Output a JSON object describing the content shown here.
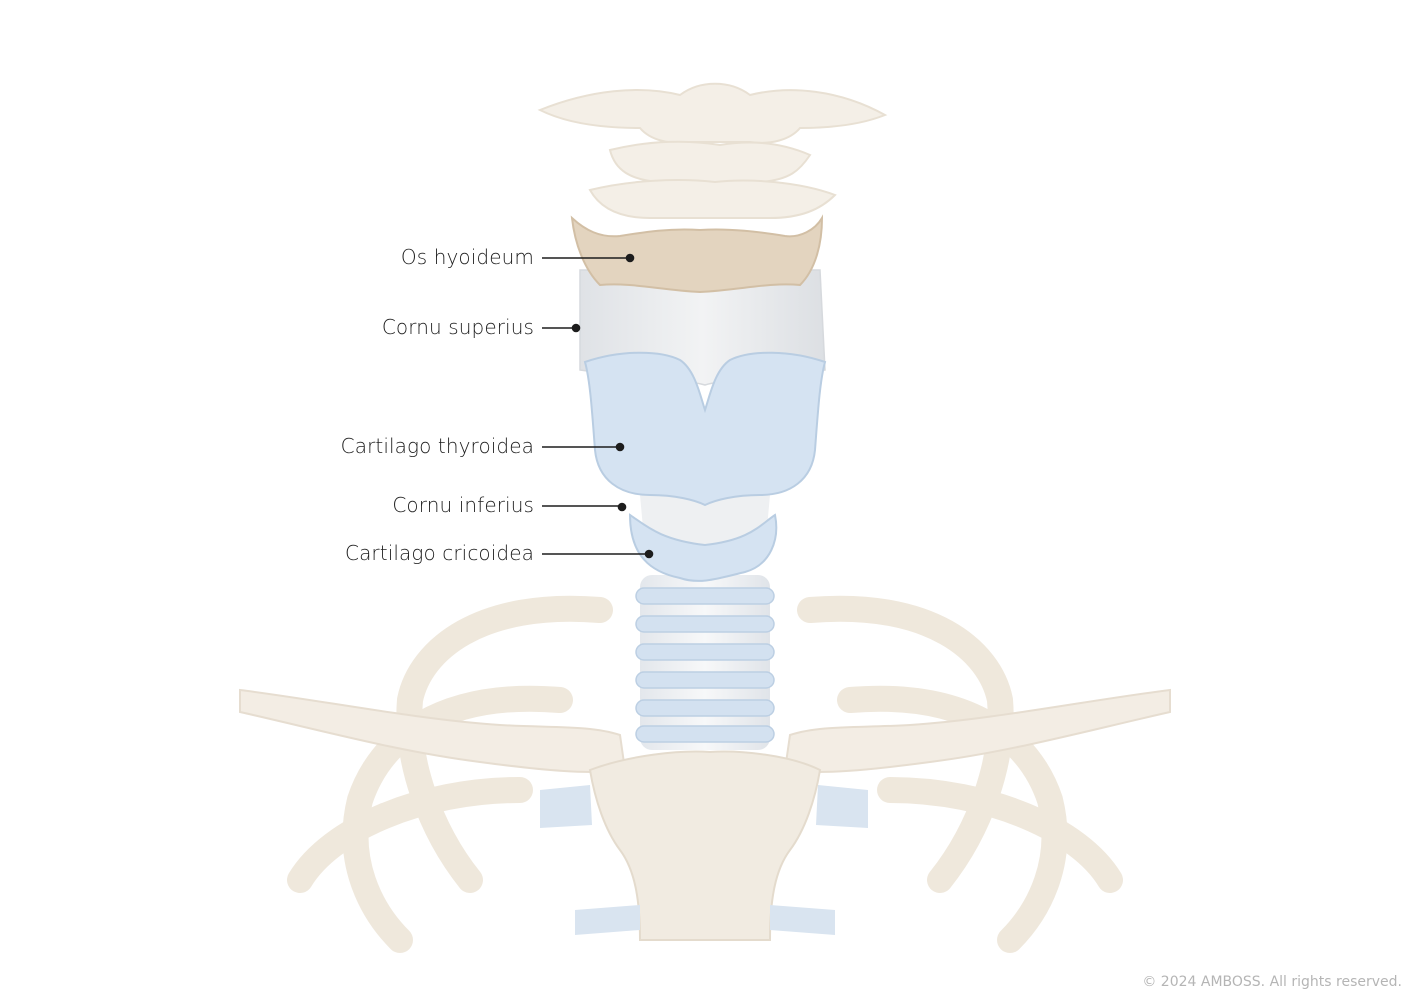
{
  "labels": [
    {
      "id": "os-hyoideum",
      "text": "Os hyoideum"
    },
    {
      "id": "cornu-superius",
      "text": "Cornu superius"
    },
    {
      "id": "cartilago-thyroidea",
      "text": "Cartilago thyroidea"
    },
    {
      "id": "cornu-inferius",
      "text": "Cornu inferius"
    },
    {
      "id": "cartilago-cricoidea",
      "text": "Cartilago cricoidea"
    }
  ],
  "copyright": "© 2024 AMBOSS. All rights reserved.",
  "colors": {
    "bone": "#f3ede4",
    "bone_edge": "#e4dccf",
    "hyoid": "#e3d4bf",
    "cartilage": "#d5e3f2",
    "cartilage_edge": "#b9cde2",
    "membrane": "#e6e8ea",
    "leader": "#1d1d1d"
  }
}
